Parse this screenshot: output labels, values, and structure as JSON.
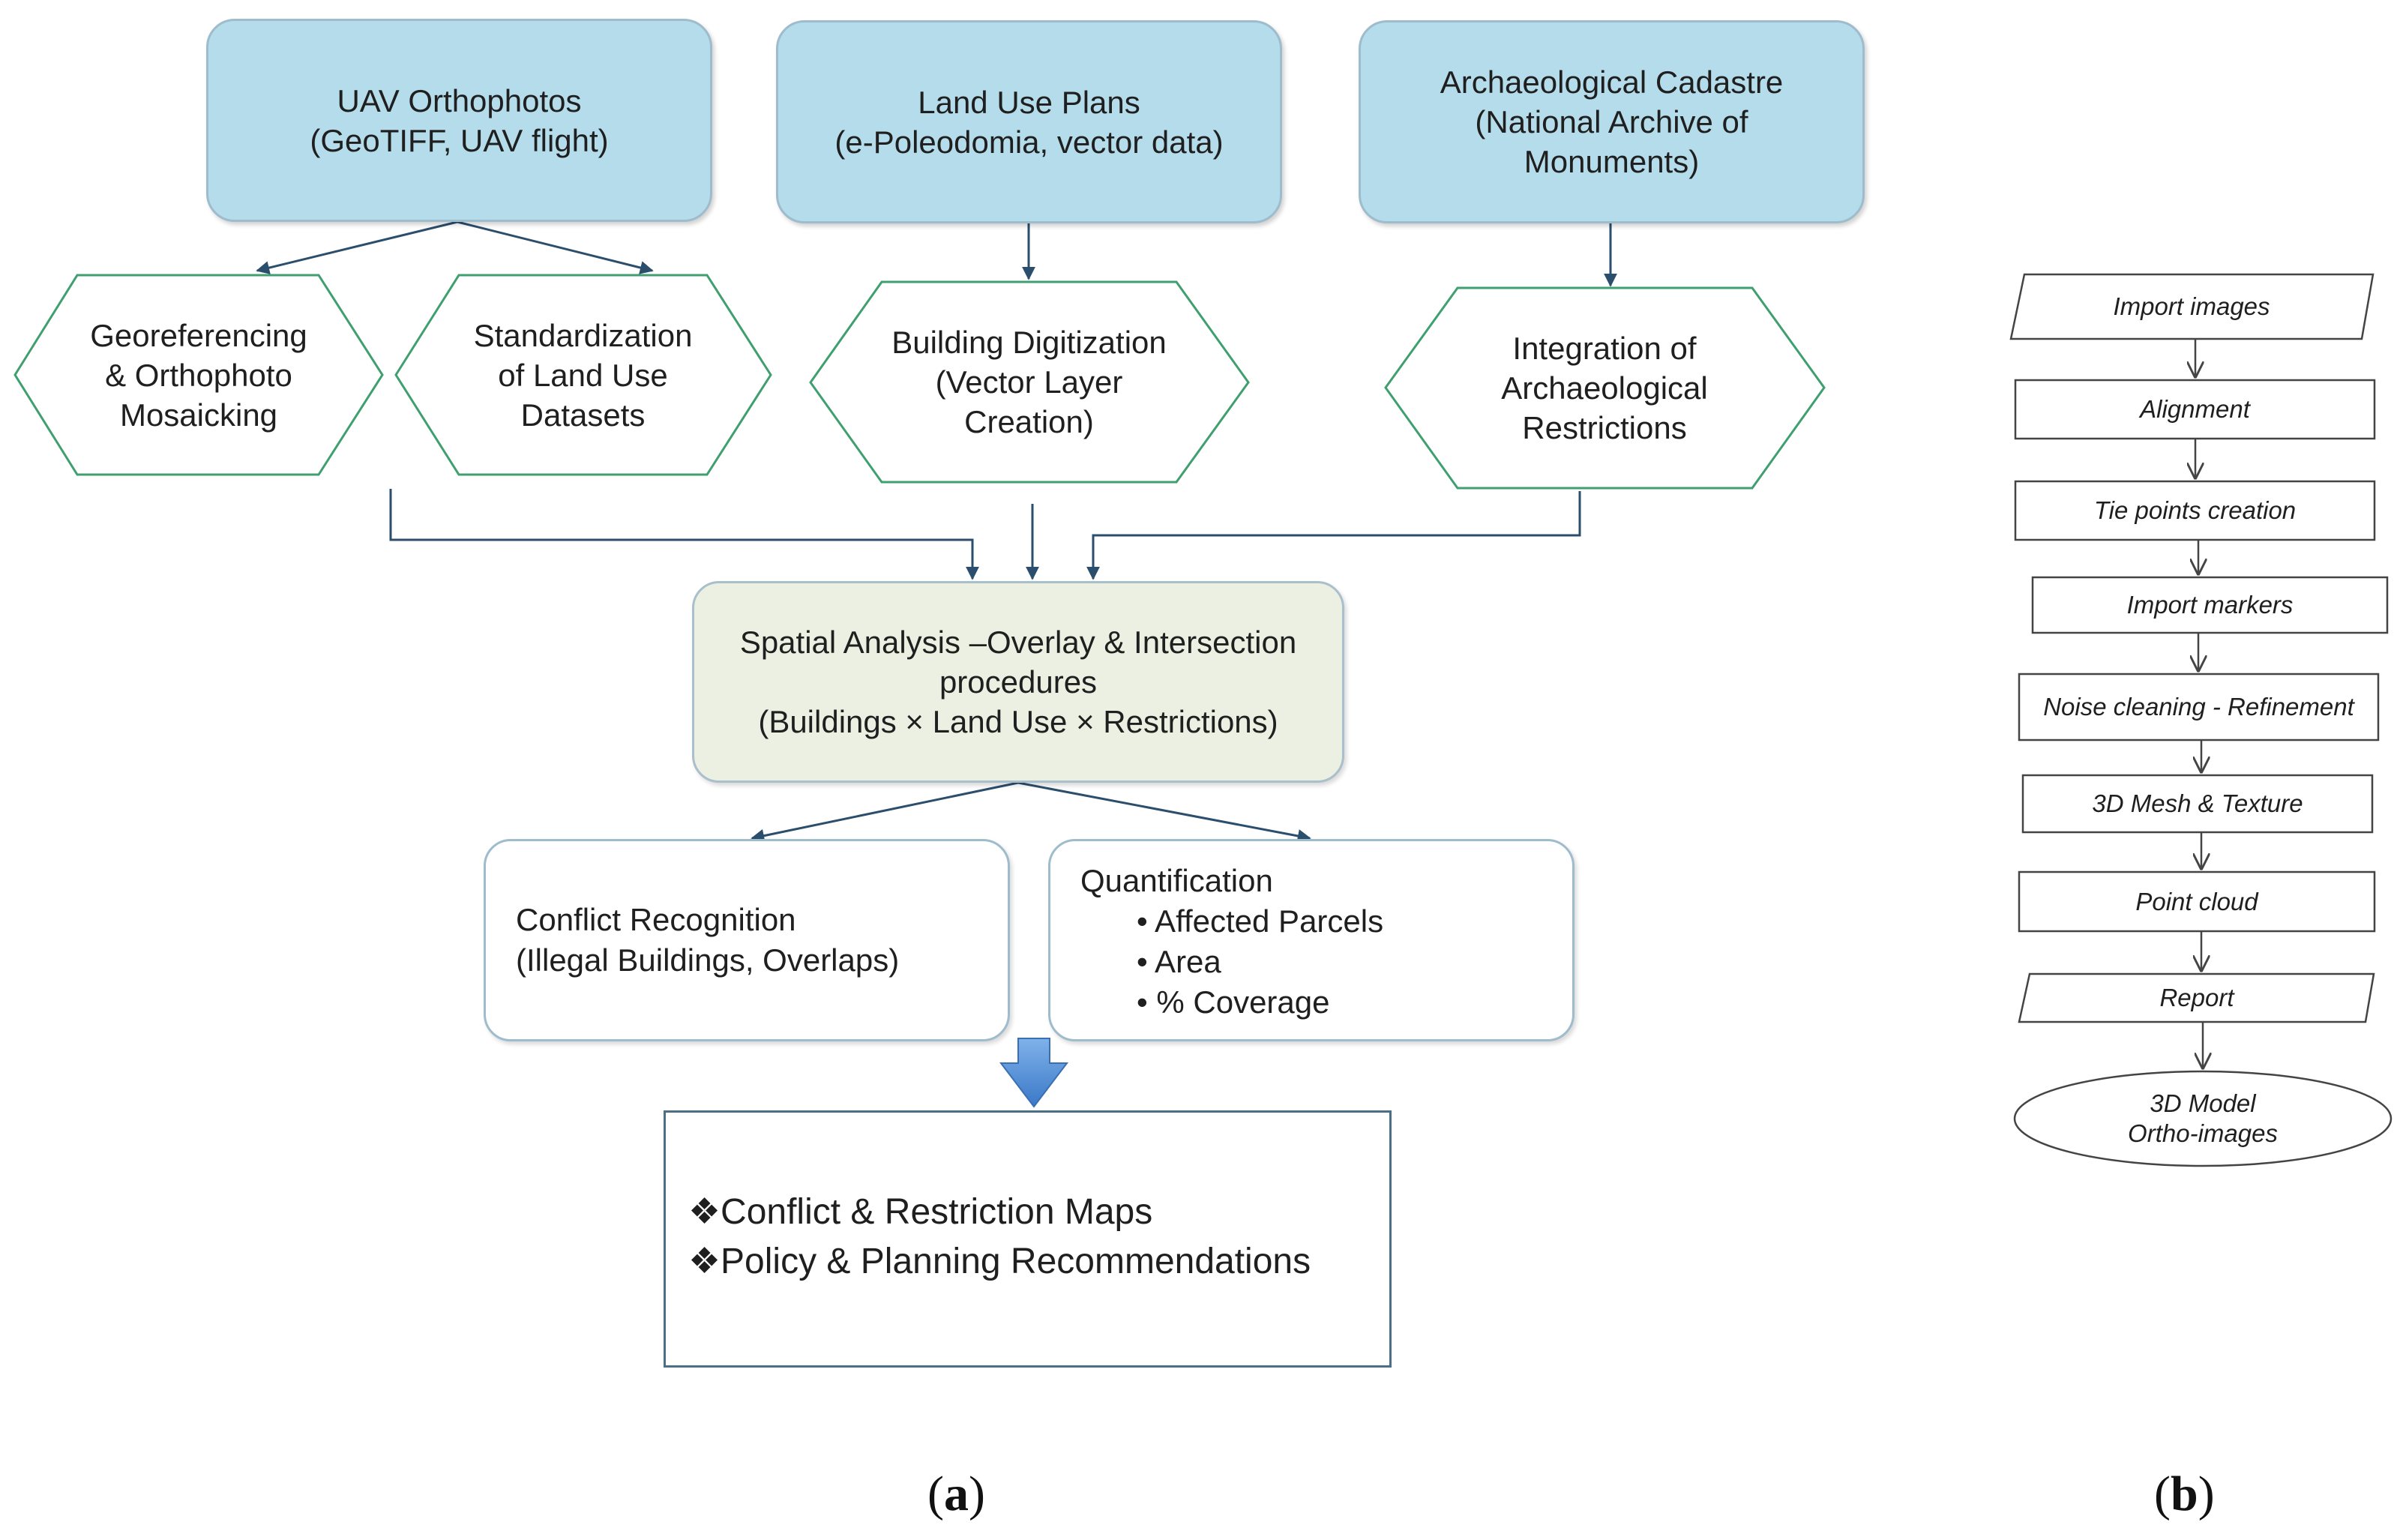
{
  "panel_a": {
    "sources": {
      "uav": [
        "UAV Orthophotos",
        "(GeoTIFF, UAV flight)"
      ],
      "landuse": [
        "Land Use Plans",
        "(e-Poleodomia, vector data)"
      ],
      "archaeo": [
        "Archaeological Cadastre",
        "(National Archive of",
        "Monuments)"
      ]
    },
    "processes": {
      "georef": [
        "Georeferencing",
        "& Orthophoto",
        "Mosaicking"
      ],
      "standard": [
        "Standardization",
        "of Land Use",
        "Datasets"
      ],
      "digitize": [
        "Building Digitization",
        "(Vector Layer",
        "Creation)"
      ],
      "integrate": [
        "Integration of",
        "Archaeological",
        "Restrictions"
      ]
    },
    "analysis": [
      "Spatial Analysis –Overlay & Intersection",
      "procedures",
      "(Buildings × Land Use × Restrictions)"
    ],
    "conflict": [
      "Conflict Recognition",
      "(Illegal Buildings, Overlaps)"
    ],
    "quant": {
      "title": "Quantification",
      "items": [
        "• Affected Parcels",
        "• Area",
        "• % Coverage"
      ]
    },
    "results": [
      "❖Conflict & Restriction Maps",
      "❖Policy & Planning Recommendations"
    ],
    "caption": [
      "(",
      "a",
      ")"
    ]
  },
  "panel_b": {
    "steps": [
      "Import images",
      "Alignment",
      "Tie points creation",
      "Import markers",
      "Noise cleaning - Refinement",
      "3D Mesh & Texture",
      "Point cloud",
      "Report"
    ],
    "final": [
      "3D Model",
      "Ortho-images"
    ],
    "caption": [
      "(",
      "b",
      ")"
    ]
  },
  "colors": {
    "source_fill": "#b4dceb",
    "hex_border": "#3f9f6e",
    "analysis_fill": "#ecf0e2",
    "arrow": "#2b4e6d",
    "block_arrow": "#4a86d4"
  }
}
